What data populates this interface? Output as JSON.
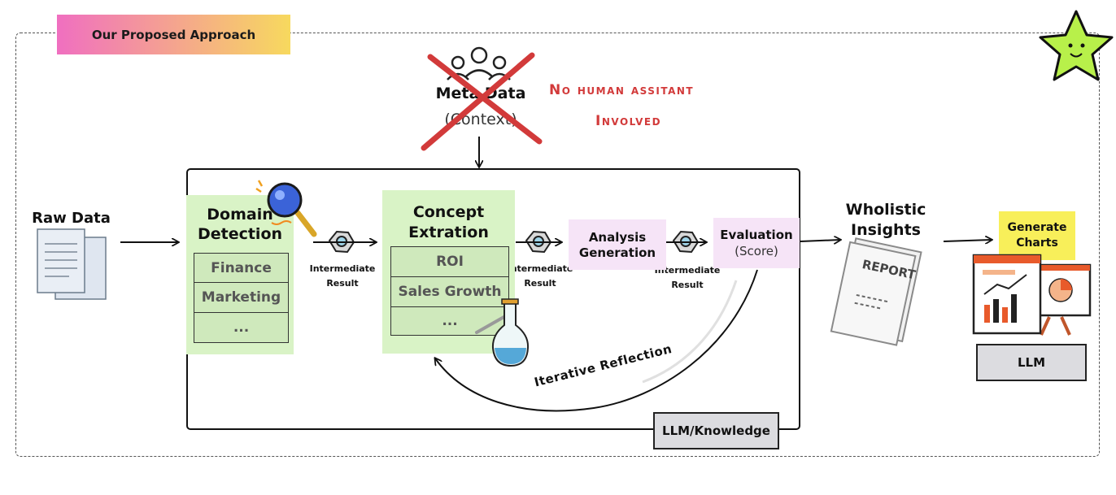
{
  "header": {
    "label": "Our Proposed Approach"
  },
  "metadata": {
    "title": "Meta Data",
    "subtitle": "(Context)"
  },
  "annotation": {
    "line1": "No human assitant",
    "line2": "Involved"
  },
  "raw_data": {
    "label": "Raw Data"
  },
  "domain_detection": {
    "title_line1": "Domain",
    "title_line2": "Detection",
    "items": [
      "Finance",
      "Marketing",
      "..."
    ]
  },
  "concept_extraction": {
    "title_line1": "Concept",
    "title_line2": "Extration",
    "items": [
      "ROI",
      "Sales Growth",
      "..."
    ]
  },
  "intermediate": {
    "line1": "Intermediate",
    "line2": "Result"
  },
  "analysis": {
    "line1": "Analysis",
    "line2": "Generation"
  },
  "evaluation": {
    "line1": "Evaluation",
    "line2": "(Score)"
  },
  "loop": {
    "label": "Iterative Reflection"
  },
  "inner_box": {
    "label": "LLM/Knowledge"
  },
  "insights": {
    "line1": "Wholistic",
    "line2": "Insights"
  },
  "report": {
    "label": "REPORT"
  },
  "charts": {
    "line1": "Generate",
    "line2": "Charts"
  },
  "llm": {
    "label": "LLM"
  },
  "colors": {
    "green": "#d9f3c6",
    "pink": "#f6e4f7",
    "red": "#d23a3a",
    "yellow": "#f8ef5a",
    "gray": "#dcdce0",
    "star": "#b8f04a"
  },
  "icons": [
    "people-icon",
    "cross-icon",
    "documents-icon",
    "magnifier-icon",
    "nut-icon",
    "flask-icon",
    "report-icon",
    "chart-board-icon",
    "star-icon"
  ]
}
